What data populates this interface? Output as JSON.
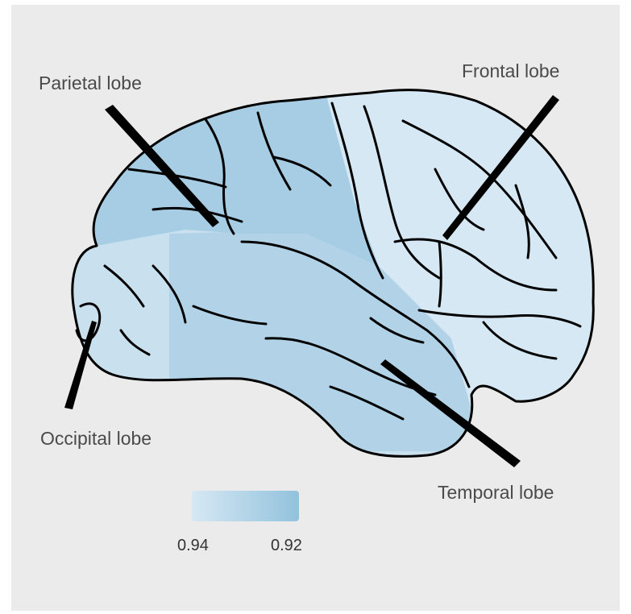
{
  "labels": {
    "parietal": "Parietal lobe",
    "frontal": "Frontal lobe",
    "occipital": "Occipital lobe",
    "temporal": "Temporal lobe"
  },
  "legend": {
    "min_label": "0.94",
    "max_label": "0.92",
    "color_light": "#d6e8f4",
    "color_dark": "#92c2dc"
  },
  "colors": {
    "background": "#ebebeb",
    "outline": "#000000",
    "frontal_fill": "#d6e8f4",
    "parietal_fill": "#a6cde3",
    "occipital_fill": "#c9e0ef",
    "temporal_fill": "#b2d3e7"
  }
}
